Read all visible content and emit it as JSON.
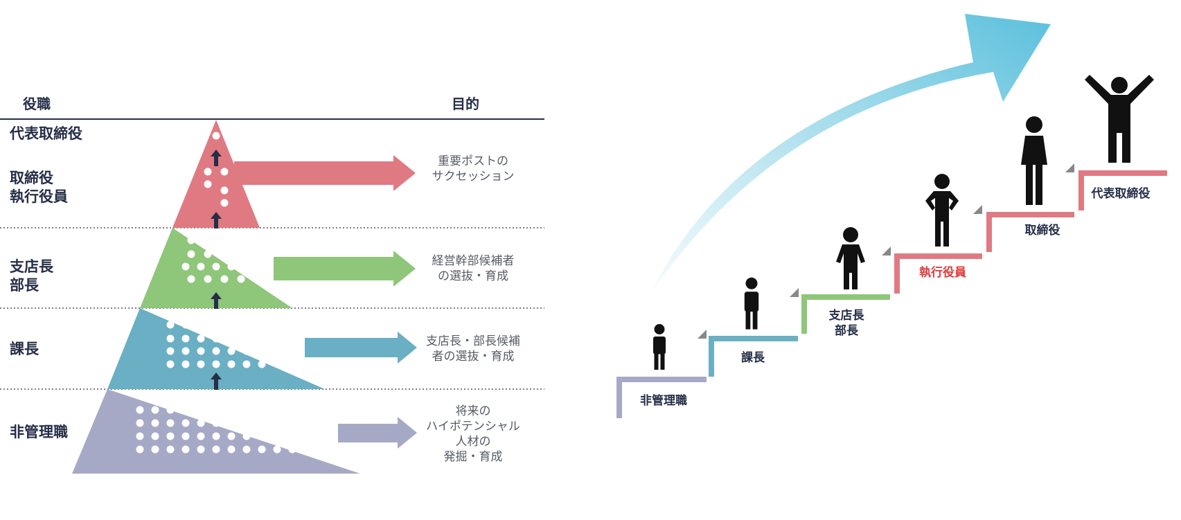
{
  "headers": {
    "role": "役職",
    "purpose": "目的"
  },
  "roles": [
    "代表取締役",
    "取締役\n執行役員",
    "支店長\n部長",
    "課長",
    "非管理職"
  ],
  "purposes": [
    "重要ポストの\nサクセッション",
    "経営幹部候補者\nの選抜・育成",
    "支店長・部長候補\n者の選抜・育成",
    "将来の\nハイポテンシャル\n人材の\n発掘・育成"
  ],
  "steps": [
    {
      "label": "非管理職",
      "color": "#a6a9c6",
      "highlight": false
    },
    {
      "label": "課長",
      "color": "#6aafc4",
      "highlight": false
    },
    {
      "label": "支店長\n部長",
      "color": "#8ec67a",
      "highlight": false
    },
    {
      "label": "執行役員",
      "color": "#e07a82",
      "highlight": true
    },
    {
      "label": "取締役",
      "color": "#e07a82",
      "highlight": false
    },
    {
      "label": "代表取締役",
      "color": "#e07a82",
      "highlight": false
    }
  ],
  "colors": {
    "tier_red": "#e07a82",
    "tier_green": "#8ec67a",
    "tier_blue": "#6aafc4",
    "tier_lavender": "#a6a9c6",
    "navy": "#262e48",
    "highlight_red": "#e03a3a",
    "growth_arrow": "#5bc0dc"
  }
}
